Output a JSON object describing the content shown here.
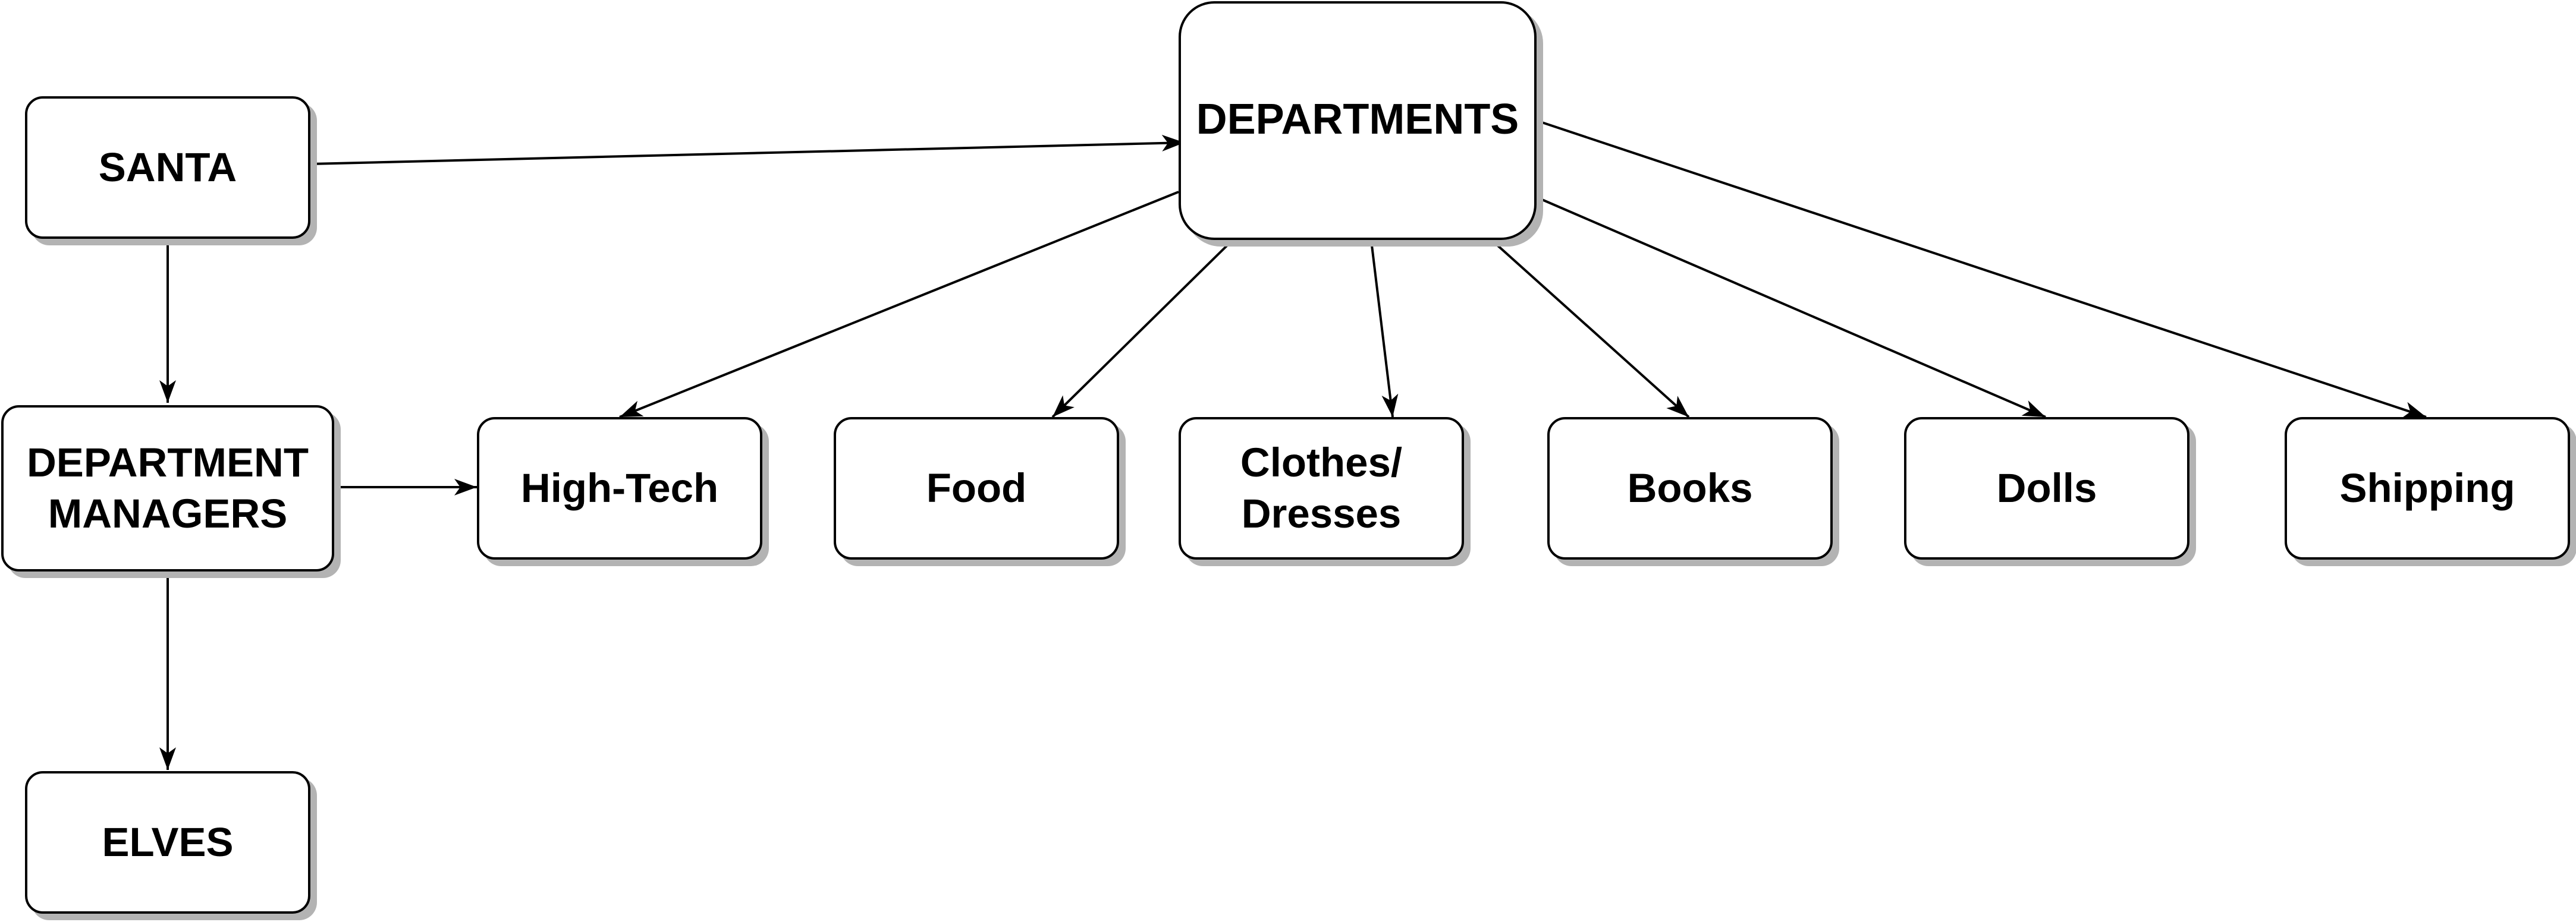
{
  "diagram": {
    "nodes": {
      "santa": "SANTA",
      "department_managers": "DEPARTMENT\nMANAGERS",
      "elves": "ELVES",
      "departments": "DEPARTMENTS",
      "high_tech": "High-Tech",
      "food": "Food",
      "clothes_dresses": "Clothes/\nDresses",
      "books": "Books",
      "dolls": "Dolls",
      "shipping": "Shipping"
    },
    "edges": [
      {
        "from": "SANTA",
        "to": "DEPARTMENTS"
      },
      {
        "from": "SANTA",
        "to": "DEPARTMENT MANAGERS"
      },
      {
        "from": "DEPARTMENT MANAGERS",
        "to": "ELVES"
      },
      {
        "from": "DEPARTMENT MANAGERS",
        "to": "High-Tech"
      },
      {
        "from": "DEPARTMENTS",
        "to": "High-Tech"
      },
      {
        "from": "DEPARTMENTS",
        "to": "Food"
      },
      {
        "from": "DEPARTMENTS",
        "to": "Clothes/Dresses"
      },
      {
        "from": "DEPARTMENTS",
        "to": "Books"
      },
      {
        "from": "DEPARTMENTS",
        "to": "Dolls"
      },
      {
        "from": "DEPARTMENTS",
        "to": "Shipping"
      }
    ],
    "colors": {
      "stroke": "#000000",
      "fill": "#ffffff",
      "shadow": "#b3b3b3"
    }
  }
}
